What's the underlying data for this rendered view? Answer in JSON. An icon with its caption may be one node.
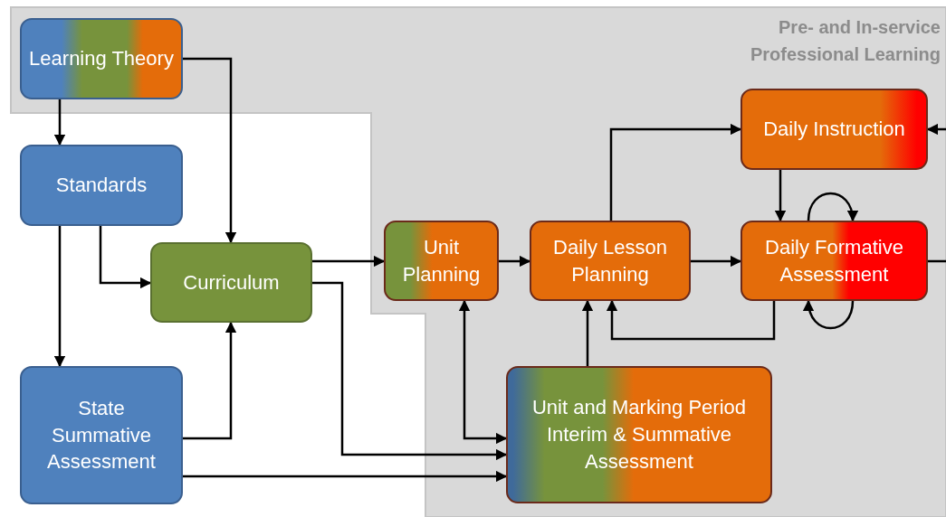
{
  "diagram": {
    "nodes": [
      {
        "text": [
          "Learning Theory"
        ]
      },
      {
        "text": [
          "Standards"
        ]
      },
      {
        "text": [
          "Curriculum"
        ]
      },
      {
        "text": [
          "State Summative Assessment"
        ]
      },
      {
        "text": [
          "Unit Planning"
        ]
      },
      {
        "text": [
          "Daily Lesson Planning"
        ]
      },
      {
        "text": [
          "Daily Instruction"
        ]
      },
      {
        "text": [
          "Daily Formative Assessment"
        ]
      },
      {
        "text": [
          "Unit and Marking Period Interim & Summative Assessment"
        ]
      }
    ],
    "edges": [
      {
        "from": 0,
        "to": 1,
        "arrow": "to"
      },
      {
        "from": 0,
        "to": 2,
        "arrow": "to"
      },
      {
        "from": 1,
        "to": 2,
        "arrow": "to"
      },
      {
        "from": 1,
        "to": 3,
        "arrow": "to"
      },
      {
        "from": 3,
        "to": 2,
        "arrow": "to"
      },
      {
        "from": 2,
        "to": 4,
        "arrow": "to"
      },
      {
        "from": 2,
        "to": 8,
        "arrow": "to"
      },
      {
        "from": 3,
        "to": 8,
        "arrow": "to"
      },
      {
        "from": 4,
        "to": 8,
        "arrow": "both"
      },
      {
        "from": 8,
        "to": 5,
        "arrow": "to"
      },
      {
        "from": 4,
        "to": 5,
        "arrow": "to"
      },
      {
        "from": 5,
        "to": 6,
        "arrow": "to"
      },
      {
        "from": 5,
        "to": 7,
        "arrow": "to"
      },
      {
        "from": 6,
        "to": 7,
        "arrow": "to"
      },
      {
        "from": 7,
        "to": 5,
        "arrow": "to"
      },
      {
        "from": 7,
        "to": 7,
        "arrow": "to"
      },
      {
        "from": 7,
        "to": 7,
        "arrow": "to"
      },
      {
        "from": null,
        "to": 6,
        "arrow": "to"
      },
      {
        "from": 7,
        "to": null,
        "arrow": "none"
      }
    ],
    "labels": [
      "Pre- and In-service Professional Learning"
    ]
  }
}
